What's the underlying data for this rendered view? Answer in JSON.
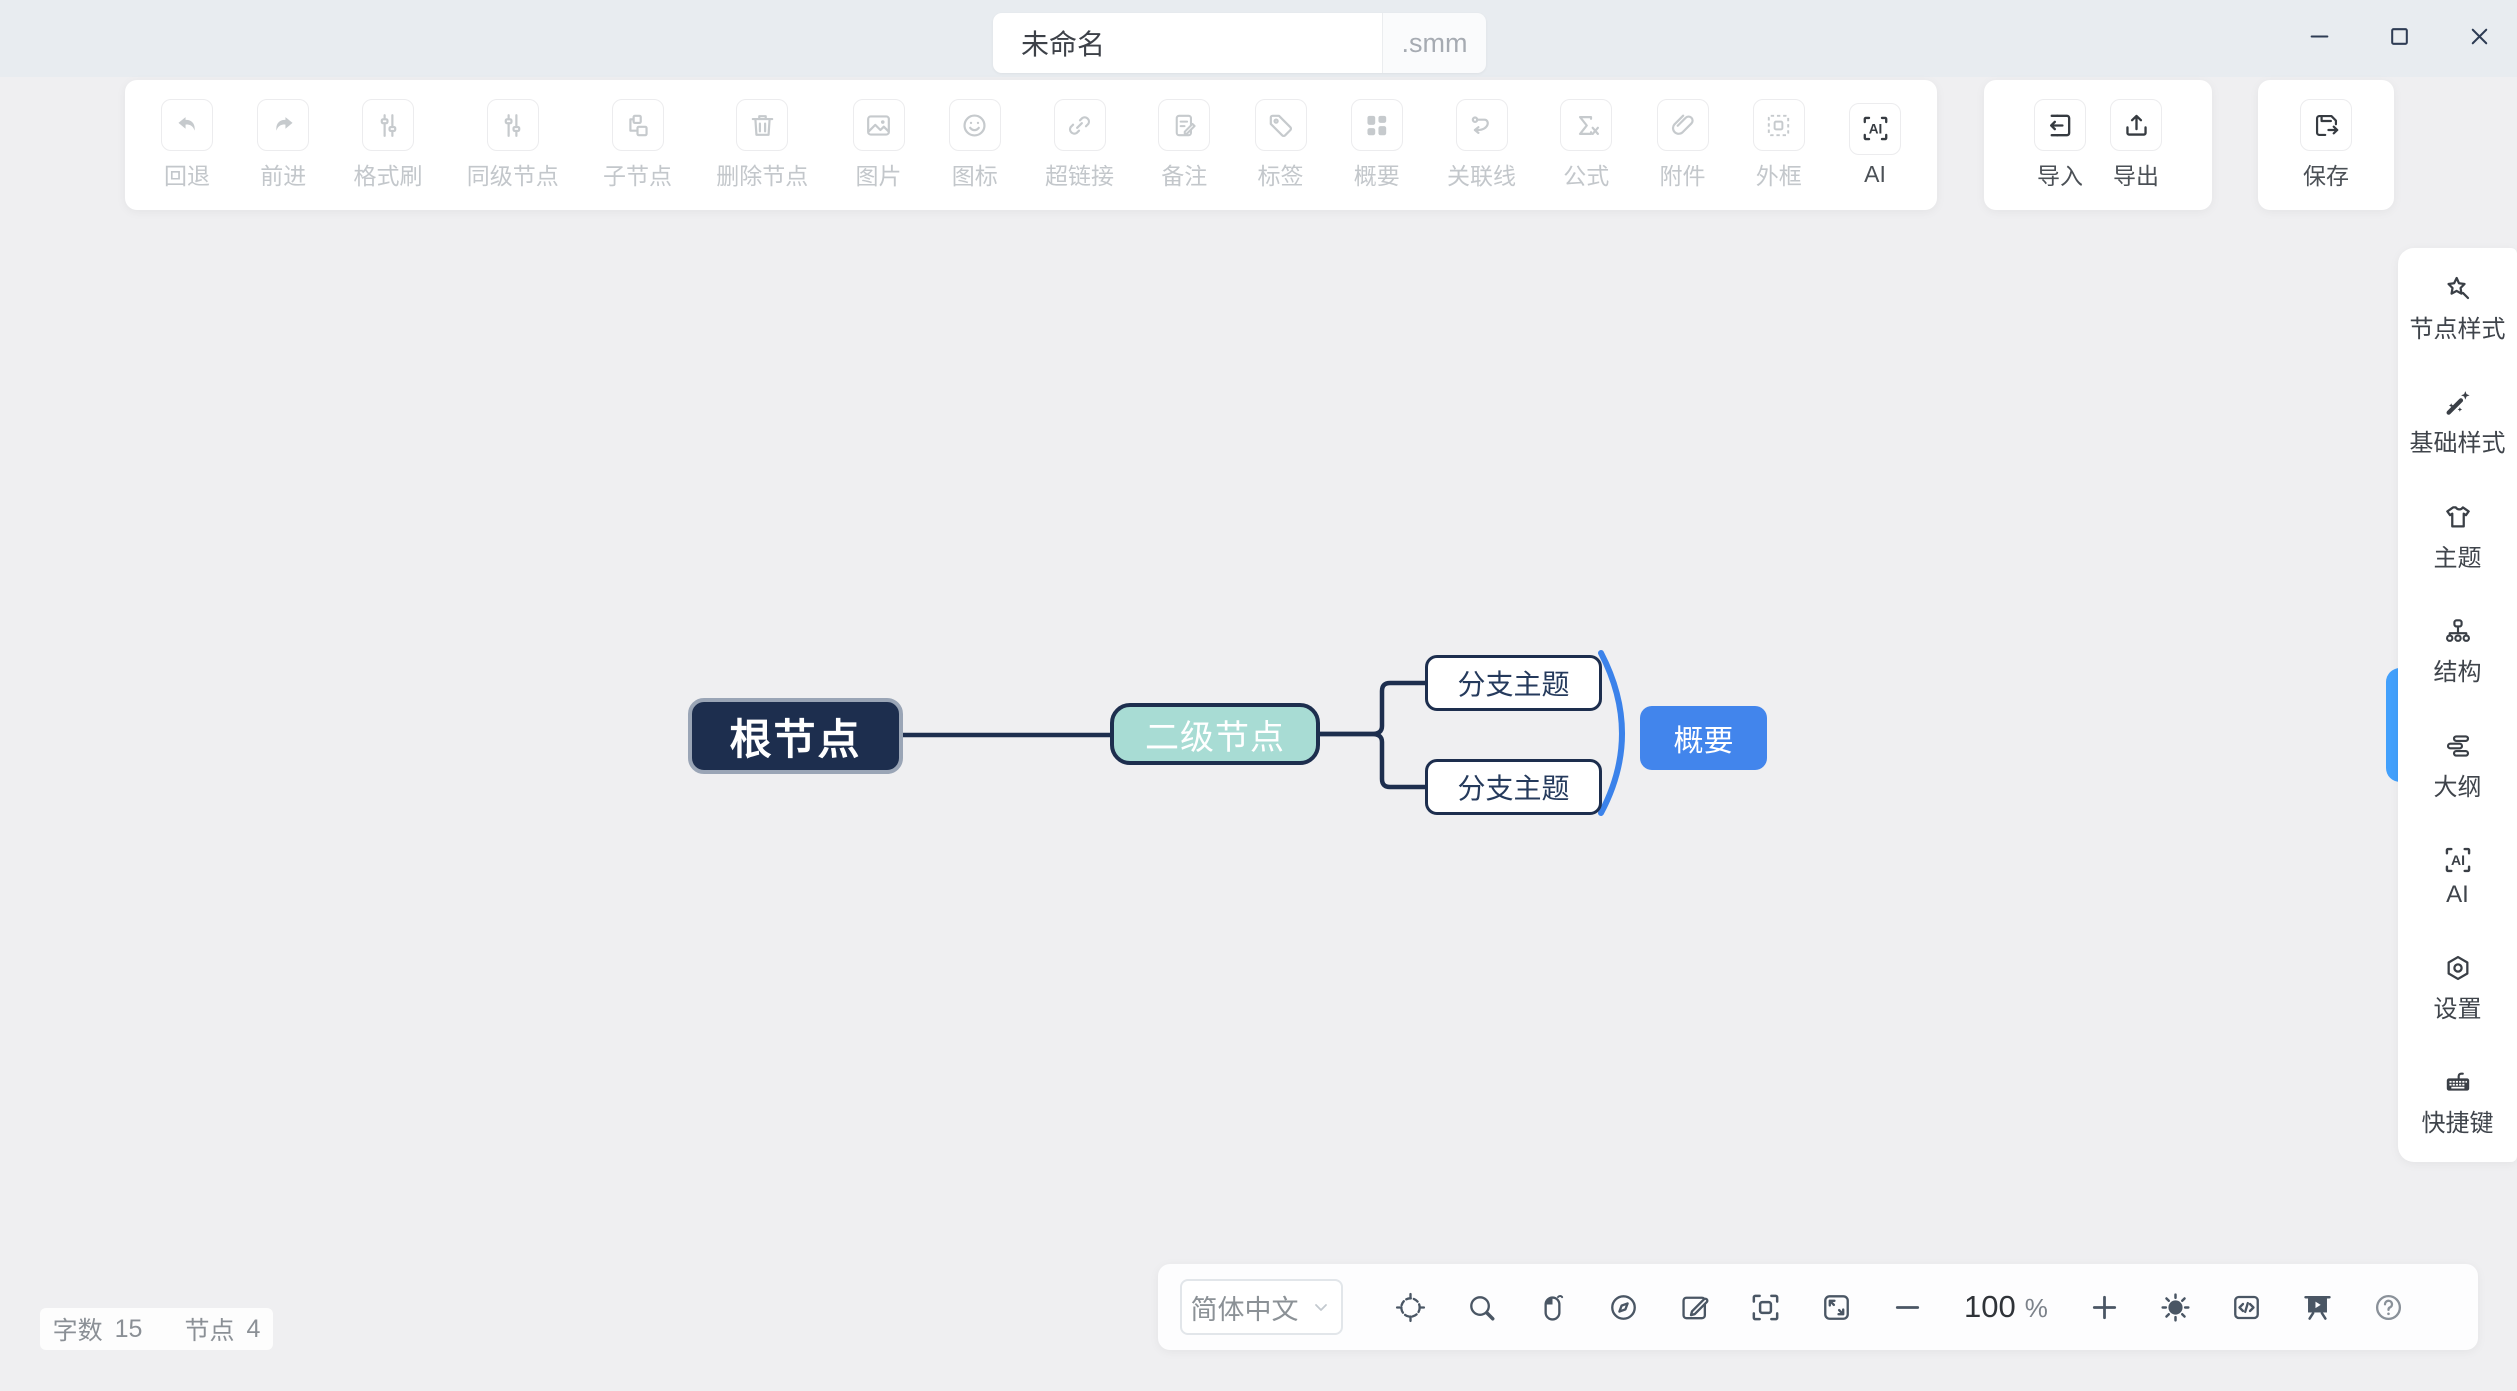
{
  "window": {
    "title_value": "未命名",
    "title_ext": ".smm"
  },
  "toolbar": {
    "items": [
      {
        "label": "回退",
        "icon": "undo-icon",
        "enabled": false
      },
      {
        "label": "前进",
        "icon": "redo-icon",
        "enabled": false
      },
      {
        "label": "格式刷",
        "icon": "format-painter-icon",
        "enabled": false
      },
      {
        "label": "同级节点",
        "icon": "sibling-node-icon",
        "enabled": false
      },
      {
        "label": "子节点",
        "icon": "child-node-icon",
        "enabled": false
      },
      {
        "label": "删除节点",
        "icon": "delete-node-icon",
        "enabled": false
      },
      {
        "label": "图片",
        "icon": "image-icon",
        "enabled": false
      },
      {
        "label": "图标",
        "icon": "emoji-icon",
        "enabled": false
      },
      {
        "label": "超链接",
        "icon": "hyperlink-icon",
        "enabled": false
      },
      {
        "label": "备注",
        "icon": "note-icon",
        "enabled": false
      },
      {
        "label": "标签",
        "icon": "tag-icon",
        "enabled": false
      },
      {
        "label": "概要",
        "icon": "summary-grid-icon",
        "enabled": false
      },
      {
        "label": "关联线",
        "icon": "relation-line-icon",
        "enabled": false
      },
      {
        "label": "公式",
        "icon": "formula-icon",
        "enabled": false
      },
      {
        "label": "附件",
        "icon": "attachment-icon",
        "enabled": false
      },
      {
        "label": "外框",
        "icon": "outer-frame-icon",
        "enabled": false
      },
      {
        "label": "AI",
        "icon": "ai-icon",
        "enabled": true
      }
    ]
  },
  "file_actions": {
    "import_label": "导入",
    "export_label": "导出",
    "save_label": "保存"
  },
  "sidebar": {
    "items": [
      {
        "label": "节点样式",
        "icon": "node-style-icon"
      },
      {
        "label": "基础样式",
        "icon": "base-style-icon"
      },
      {
        "label": "主题",
        "icon": "theme-icon"
      },
      {
        "label": "结构",
        "icon": "structure-icon"
      },
      {
        "label": "大纲",
        "icon": "outline-icon"
      },
      {
        "label": "AI",
        "icon": "ai-icon"
      },
      {
        "label": "设置",
        "icon": "settings-icon"
      },
      {
        "label": "快捷键",
        "icon": "shortcut-keys-icon"
      }
    ]
  },
  "mindmap": {
    "root_label": "根节点",
    "second_label": "二级节点",
    "branch1_label": "分支主题",
    "branch2_label": "分支主题",
    "summary_label": "概要"
  },
  "bottombar": {
    "language": "简体中文",
    "zoom_value": "100",
    "zoom_unit": "%"
  },
  "statusbar": {
    "word_count_label": "字数",
    "word_count": "15",
    "node_count_label": "节点",
    "node_count": "4"
  },
  "colors": {
    "root_fill": "#1d2e4e",
    "root_border": "#9aa5b6",
    "second_fill": "#a8dcd4",
    "branch_border": "#1d2e4e",
    "summary_fill": "#4285ec",
    "summary_bracket": "#3b82ea",
    "sidebar_handle": "#42a0fc",
    "topstrip_bg": "#e8ecf0",
    "canvas_bg": "#efeff1"
  }
}
